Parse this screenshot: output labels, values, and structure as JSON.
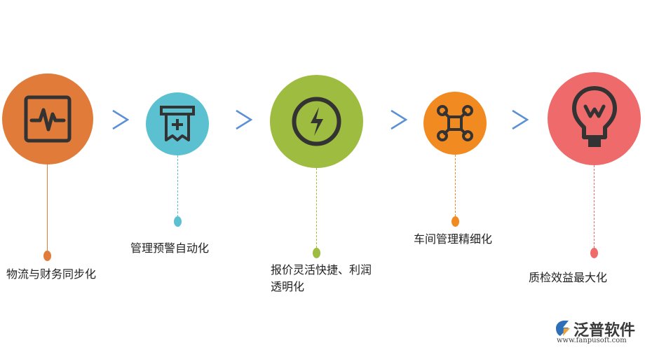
{
  "steps": [
    {
      "label": "物流与财务同步化",
      "color": "#e07b39",
      "icon": "pulse-monitor-icon"
    },
    {
      "label": "管理预警自动化",
      "color": "#5bc1d0",
      "icon": "receipt-plus-icon"
    },
    {
      "label": "报价灵活快捷、利润透明化",
      "color": "#9ebc3f",
      "icon": "lightning-icon"
    },
    {
      "label": "车间管理精细化",
      "color": "#f28a22",
      "icon": "drone-icon"
    },
    {
      "label": "质检效益最大化",
      "color": "#ef6b6b",
      "icon": "lightbulb-icon"
    }
  ],
  "arrow_color": "#5b8fd6",
  "logo": {
    "name": "泛普软件",
    "url": "www.fanpusoft.com"
  }
}
